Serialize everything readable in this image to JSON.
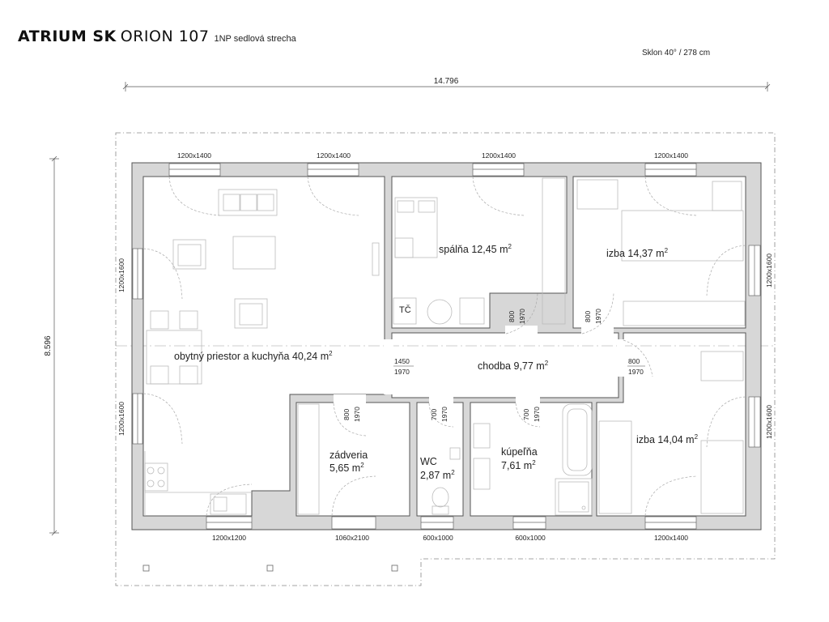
{
  "title": {
    "brand": "ATRIUM SK",
    "model": "ORION 107",
    "subtitle": "1NP sedlová strecha"
  },
  "roof_note": "Sklon 40° / 278 cm",
  "dimensions": {
    "overall_width": "14.796",
    "overall_depth": "8.596"
  },
  "rooms": [
    {
      "id": "living",
      "name": "obytný priestor a kuchyňa",
      "area": "40,24 m"
    },
    {
      "id": "bedroom",
      "name": "spálňa",
      "area": "12,45 m"
    },
    {
      "id": "room1",
      "name": "izba",
      "area": "14,37 m"
    },
    {
      "id": "corridor",
      "name": "chodba",
      "area": "9,77 m"
    },
    {
      "id": "room2",
      "name": "izba",
      "area": "14,04 m"
    },
    {
      "id": "entrance",
      "name": "zádveria",
      "area": "5,65 m"
    },
    {
      "id": "wc",
      "name": "WC",
      "area": "2,87 m"
    },
    {
      "id": "bath",
      "name": "kúpeľňa",
      "area": "7,61 m"
    }
  ],
  "area_superscript": "2",
  "tc_label": "TČ",
  "windows": {
    "top": [
      "1200x1400",
      "1200x1400",
      "1200x1400",
      "1200x1400"
    ],
    "bottom": [
      "1200x1200",
      "1060x2100",
      "600x1000",
      "600x1000",
      "1200x1400"
    ],
    "left": [
      "1200x1600",
      "1200x1600"
    ],
    "right": [
      "1200x1600",
      "1200x1600"
    ]
  },
  "doors": {
    "corridor_opening_w": "1450",
    "corridor_opening_h": "1970",
    "room2_w": "800",
    "room2_h": "1970",
    "bedroom_w": "800",
    "bedroom_h": "1970",
    "room1_w": "800",
    "room1_h": "1970",
    "entrance_w": "800",
    "entrance_h": "1970",
    "wc_w": "700",
    "wc_h": "1970",
    "bath_w": "700",
    "bath_h": "1970"
  }
}
